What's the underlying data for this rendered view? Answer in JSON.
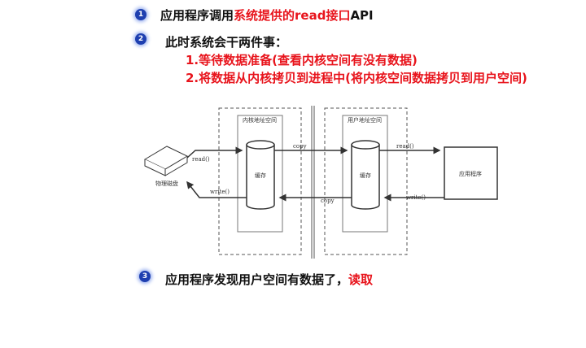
{
  "steps": [
    {
      "num": "1",
      "text_a": "应用程序调用",
      "text_red": "系统提供的read接口",
      "text_b": "API"
    },
    {
      "num": "2",
      "text": "此时系统会干两件事：",
      "sub": [
        "1.等待数据准备(查看内核空间有没有数据)",
        "2.将数据从内核拷贝到进程中(将内核空间数据拷贝到用户空间)"
      ]
    },
    {
      "num": "3",
      "text_a": "应用程序发现用户空间有数据了，",
      "text_red": "读取"
    }
  ],
  "diagram": {
    "kernel_space": "内核地址空间",
    "user_space": "用户地址空间",
    "kernel_cache": "缓存",
    "user_cache": "缓存",
    "disk": "物理磁盘",
    "app": "应用程序",
    "read1": "read()",
    "write1": "write()",
    "copy1": "copy",
    "copy2": "copy",
    "read2": "read()",
    "write2": "write()"
  },
  "colors": {
    "red": "#e8141c",
    "bullet": "#1e3fb0"
  }
}
